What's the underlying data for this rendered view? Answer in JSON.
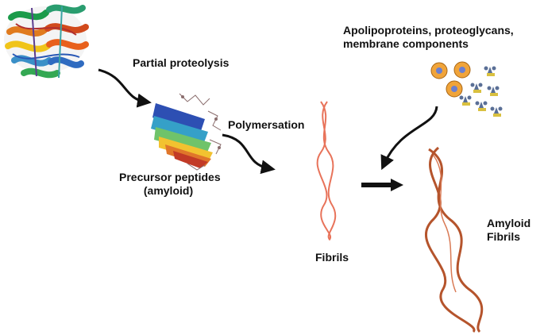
{
  "labels": {
    "partial_proteolysis": "Partial proteolysis",
    "polymersation": "Polymersation",
    "precursor_line1": "Precursor peptides",
    "precursor_line2": "(amyloid)",
    "components_line1": "Apolipoproteins, proteoglycans,",
    "components_line2": "membrane components",
    "fibrils": "Fibrils",
    "amyloid_fibrils_line1": "Amyloid",
    "amyloid_fibrils_line2": "Fibrils"
  },
  "colors": {
    "text": "#111111",
    "arrow": "#111111",
    "fibril": "#e8735a",
    "amyloid_fibril": "#b5542c"
  },
  "icons": {
    "native_protein": "helical-protein-structure",
    "precursor_peptide": "beta-sheet-ribbon",
    "apolipoprotein": "lipoprotein-sphere",
    "proteoglycan": "proteoglycan-cluster"
  }
}
